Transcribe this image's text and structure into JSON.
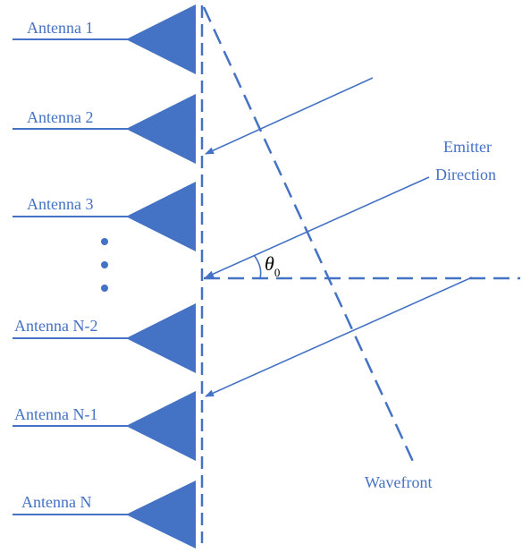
{
  "colors": {
    "primary": "#4472C4",
    "triangle_fill": "#4472C4"
  },
  "antennas": [
    {
      "label": "Antenna 1"
    },
    {
      "label": "Antenna 2"
    },
    {
      "label": "Antenna 3"
    },
    {
      "label": "Antenna N-2"
    },
    {
      "label": "Antenna N-1"
    },
    {
      "label": "Antenna N"
    }
  ],
  "labels": {
    "emitter_line1": "Emitter",
    "emitter_line2": "Direction",
    "wavefront": "Wavefront",
    "theta": "θ",
    "theta_sub": "0"
  },
  "icons": {
    "ellipsis": "vertical-dots"
  }
}
